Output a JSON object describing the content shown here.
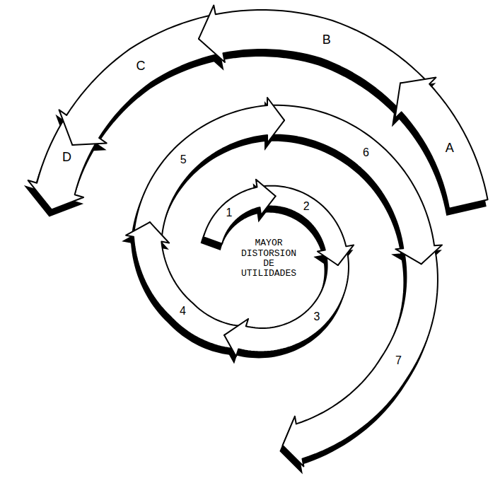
{
  "diagram": {
    "labels": [
      "A",
      "B",
      "C",
      "D",
      "MAYOR DISTORSION DE UTILIDADES",
      "1",
      "2",
      "3",
      "4",
      "5",
      "6",
      "7"
    ]
  }
}
